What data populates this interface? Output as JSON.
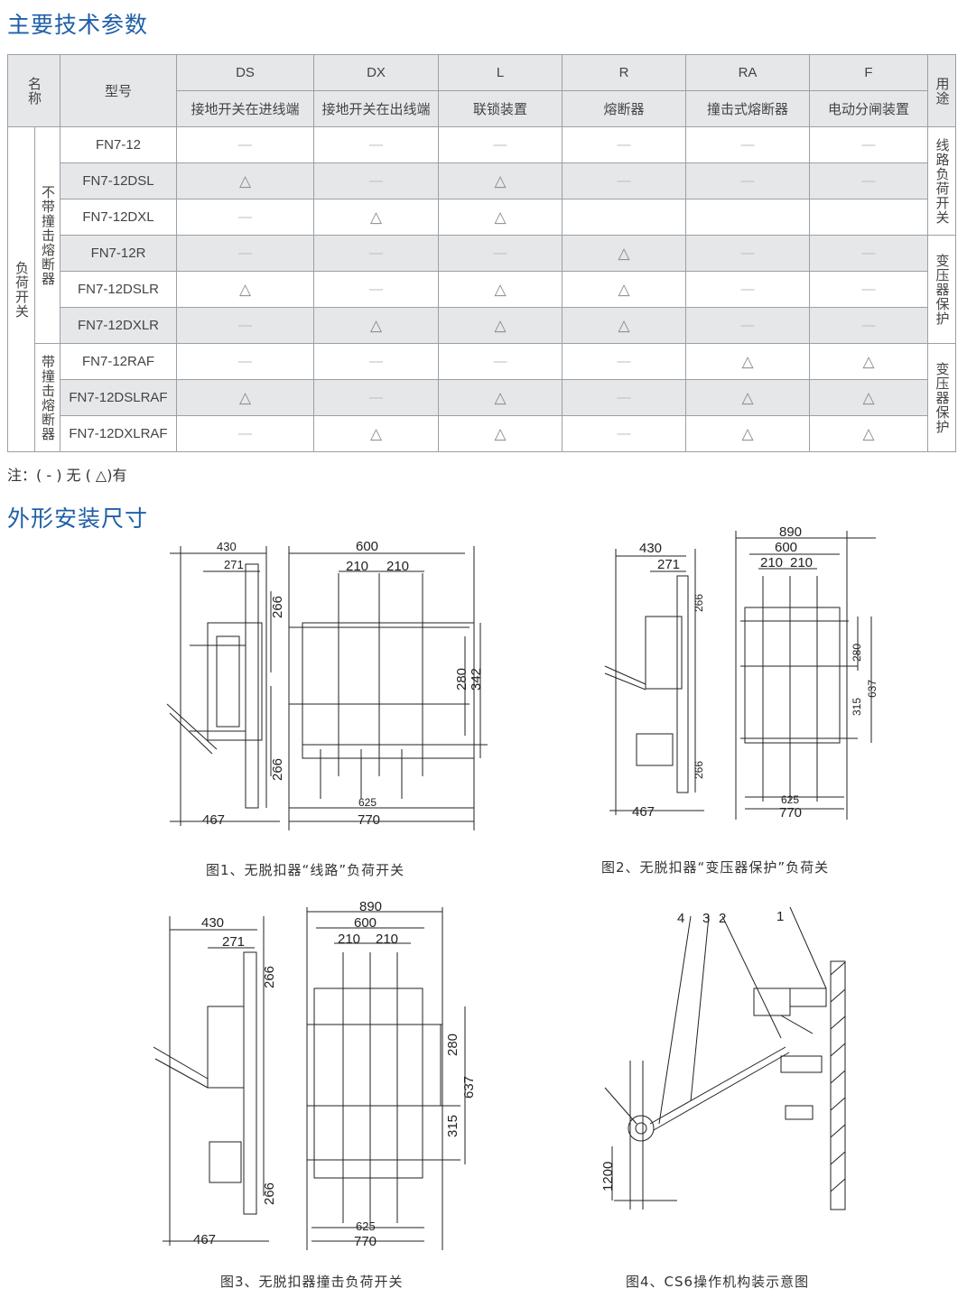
{
  "section1_title": "主要技术参数",
  "section2_title": "外形安装尺寸",
  "table": {
    "name_header": "名称",
    "model_header": "型号",
    "use_header": "用途",
    "columns": [
      {
        "code": "DS",
        "desc": "接地开关在进线端"
      },
      {
        "code": "DX",
        "desc": "接地开关在出线端"
      },
      {
        "code": "L",
        "desc": "联锁装置"
      },
      {
        "code": "R",
        "desc": "熔断器"
      },
      {
        "code": "RA",
        "desc": "撞击式熔断器"
      },
      {
        "code": "F",
        "desc": "电动分闸装置"
      }
    ],
    "category": "负荷开关",
    "group1": "不带撞击熔断器",
    "group2": "带撞击熔断器",
    "use1": "线路负荷开关",
    "use2": "变压器保护",
    "use3": "变压器保护",
    "rows": [
      {
        "model": "FN7-12",
        "v": [
          "—",
          "—",
          "—",
          "—",
          "—",
          "—"
        ]
      },
      {
        "model": "FN7-12DSL",
        "v": [
          "△",
          "—",
          "△",
          "—",
          "—",
          "—"
        ]
      },
      {
        "model": "FN7-12DXL",
        "v": [
          "—",
          "△",
          "△",
          "",
          "",
          ""
        ]
      },
      {
        "model": "FN7-12R",
        "v": [
          "—",
          "—",
          "—",
          "△",
          "—",
          "—"
        ]
      },
      {
        "model": "FN7-12DSLR",
        "v": [
          "△",
          "—",
          "△",
          "△",
          "—",
          "—"
        ]
      },
      {
        "model": "FN7-12DXLR",
        "v": [
          "—",
          "△",
          "△",
          "△",
          "—",
          "—"
        ]
      },
      {
        "model": "FN7-12RAF",
        "v": [
          "—",
          "—",
          "—",
          "—",
          "△",
          "△"
        ]
      },
      {
        "model": "FN7-12DSLRAF",
        "v": [
          "△",
          "—",
          "△",
          "—",
          "△",
          "△"
        ]
      },
      {
        "model": "FN7-12DXLRAF",
        "v": [
          "—",
          "△",
          "△",
          "—",
          "△",
          "△"
        ]
      }
    ]
  },
  "note": "注：( - ) 无 ( △)有",
  "figures": {
    "fig1": {
      "caption": "图1、无脱扣器“线路”负荷开关",
      "dims": {
        "a": "430",
        "b": "271",
        "c": "266",
        "d": "266",
        "e": "467",
        "f": "600",
        "g": "210",
        "h": "210",
        "i": "280",
        "j": "342",
        "k": "625",
        "l": "770"
      }
    },
    "fig2": {
      "caption": "图2、无脱扣器“变压器保护”负荷关",
      "dims": {
        "a": "430",
        "b": "271",
        "c": "266",
        "d": "266",
        "e": "467",
        "f": "890",
        "g": "600",
        "h": "210",
        "i": "210",
        "j": "280",
        "k": "315",
        "l": "637",
        "m": "625",
        "n": "770"
      }
    },
    "fig3": {
      "caption": "图3、无脱扣器撞击负荷开关",
      "dims": {
        "a": "430",
        "b": "271",
        "c": "266",
        "d": "266",
        "e": "467",
        "f": "890",
        "g": "600",
        "h": "210",
        "i": "210",
        "j": "280",
        "k": "637",
        "l": "315",
        "m": "625",
        "n": "770"
      }
    },
    "fig4": {
      "caption": "图4、CS6操作机构装示意图",
      "labels": {
        "p1": "1",
        "p2": "2",
        "p3": "3",
        "p4": "4",
        "h": "1200"
      }
    }
  }
}
